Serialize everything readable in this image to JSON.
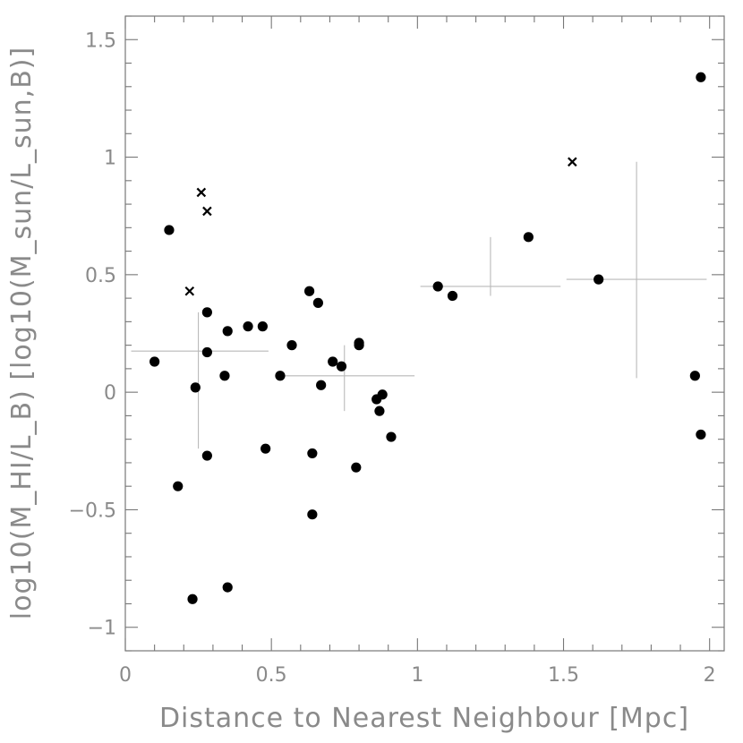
{
  "chart_data": {
    "type": "scatter",
    "xlabel": "Distance to Nearest Neighbour [Mpc]",
    "ylabel": "log10(M_HI/L_B) [log10(M_sun/L_sun,B)]",
    "xlim": [
      0,
      2.05
    ],
    "ylim": [
      -1.1,
      1.6
    ],
    "x_ticks": [
      0,
      0.5,
      1,
      1.5,
      2
    ],
    "x_tick_labels": [
      "0",
      "0.5",
      "1",
      "1.5",
      "2"
    ],
    "y_ticks": [
      -1,
      -0.5,
      0,
      0.5,
      1,
      1.5
    ],
    "y_tick_labels": [
      "−1",
      "−0.5",
      "0",
      "0.5",
      "1",
      "1.5"
    ],
    "grid": false,
    "series": [
      {
        "marker": "filled-circle",
        "points": [
          [
            0.1,
            0.13
          ],
          [
            0.15,
            0.69
          ],
          [
            0.18,
            -0.4
          ],
          [
            0.23,
            -0.88
          ],
          [
            0.24,
            0.02
          ],
          [
            0.28,
            0.34
          ],
          [
            0.28,
            0.17
          ],
          [
            0.28,
            -0.27
          ],
          [
            0.34,
            0.07
          ],
          [
            0.35,
            0.26
          ],
          [
            0.35,
            -0.83
          ],
          [
            0.42,
            0.28
          ],
          [
            0.47,
            0.28
          ],
          [
            0.48,
            -0.24
          ],
          [
            0.53,
            0.07
          ],
          [
            0.57,
            0.2
          ],
          [
            0.63,
            0.43
          ],
          [
            0.64,
            -0.26
          ],
          [
            0.64,
            -0.52
          ],
          [
            0.66,
            0.38
          ],
          [
            0.67,
            0.03
          ],
          [
            0.71,
            0.13
          ],
          [
            0.74,
            0.11
          ],
          [
            0.79,
            -0.32
          ],
          [
            0.8,
            0.21
          ],
          [
            0.8,
            0.2
          ],
          [
            0.86,
            -0.03
          ],
          [
            0.87,
            -0.08
          ],
          [
            0.88,
            -0.01
          ],
          [
            0.91,
            -0.19
          ],
          [
            1.07,
            0.45
          ],
          [
            1.12,
            0.41
          ],
          [
            1.38,
            0.66
          ],
          [
            1.62,
            0.48
          ],
          [
            1.95,
            0.07
          ],
          [
            1.97,
            1.34
          ],
          [
            1.97,
            -0.18
          ]
        ]
      },
      {
        "marker": "cross",
        "points": [
          [
            0.26,
            0.85
          ],
          [
            0.28,
            0.77
          ],
          [
            0.22,
            0.43
          ],
          [
            1.53,
            0.98
          ]
        ]
      }
    ],
    "binned_means": [
      {
        "x": 0.25,
        "y": 0.175,
        "x_lo": 0.02,
        "x_hi": 0.49,
        "y_lo": -0.24,
        "y_hi": 0.34
      },
      {
        "x": 0.75,
        "y": 0.07,
        "x_lo": 0.52,
        "x_hi": 0.99,
        "y_lo": -0.08,
        "y_hi": 0.2
      },
      {
        "x": 1.25,
        "y": 0.45,
        "x_lo": 1.01,
        "x_hi": 1.49,
        "y_lo": 0.41,
        "y_hi": 0.66
      },
      {
        "x": 1.75,
        "y": 0.48,
        "x_lo": 1.51,
        "x_hi": 1.99,
        "y_lo": 0.06,
        "y_hi": 0.98
      }
    ]
  }
}
